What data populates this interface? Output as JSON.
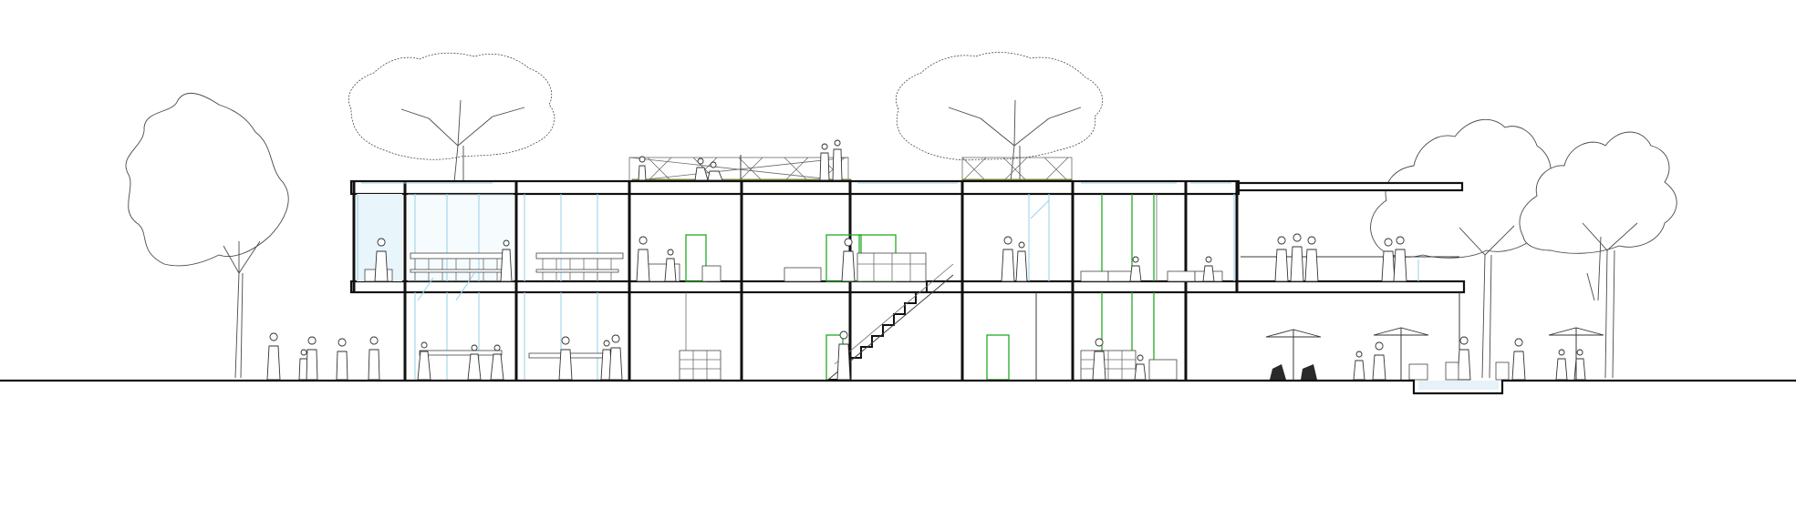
{
  "drawing": {
    "type": "architectural-section",
    "levels": [
      "ground",
      "first",
      "roof-terrace"
    ],
    "colors": {
      "line": "#111111",
      "glazing": "#9fd3ec",
      "doors": "#22aa22",
      "green_roof": "#7f9a2b",
      "background": "#ffffff"
    }
  }
}
